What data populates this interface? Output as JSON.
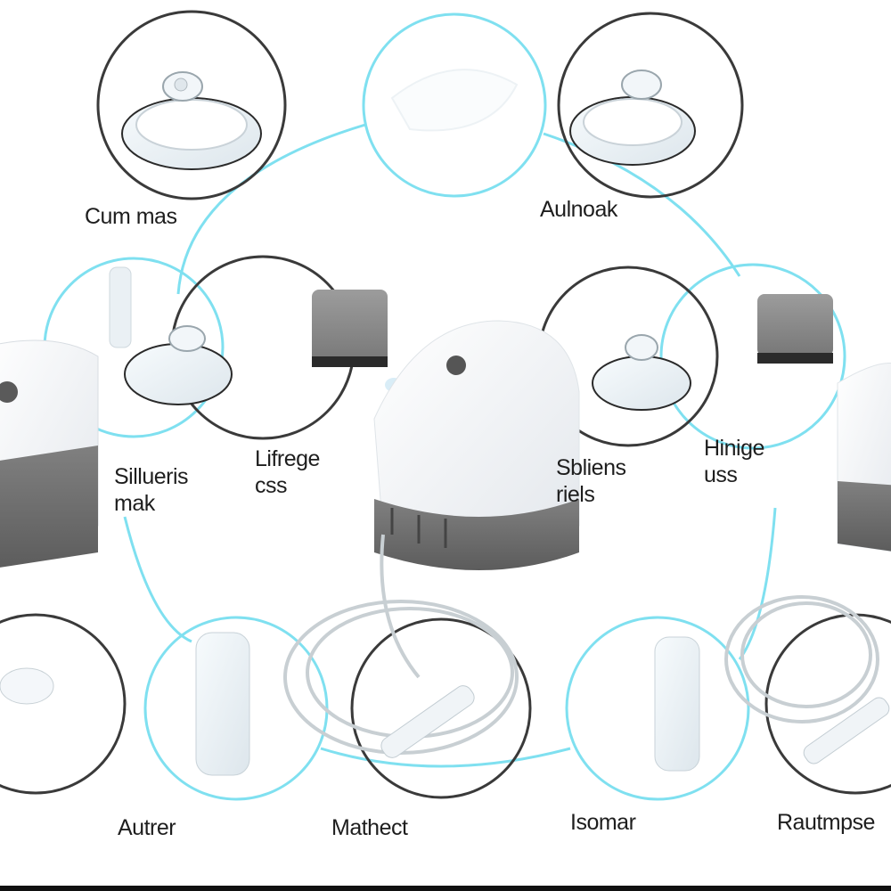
{
  "colors": {
    "ring": "#7fe0f0",
    "ring_gray": "#3a3a3a",
    "device_body": "#f4f6f8",
    "device_base": "#747474",
    "device_base_dark": "#5e5e5e",
    "tube": "#d8dee2",
    "background": "#ffffff"
  },
  "labels": {
    "top_left": "Cum mas",
    "top_right": "Aulnoak",
    "mid_left": "Sillueris\nmak",
    "mid_center": "Lifrege\ncss",
    "mid_right_a": "Sbliens\nriels",
    "mid_right_b": "Hinige\nuss",
    "bottom_left": "Autrer",
    "bottom_center": "Mathect",
    "bottom_right_a": "Isomar",
    "bottom_right_b": "Rautmpse"
  },
  "icons": [
    "nebulizer-compressor-icon",
    "mask-icon",
    "mouthpiece-icon",
    "air-filter-icon",
    "tubing-icon",
    "medicine-cup-icon"
  ]
}
